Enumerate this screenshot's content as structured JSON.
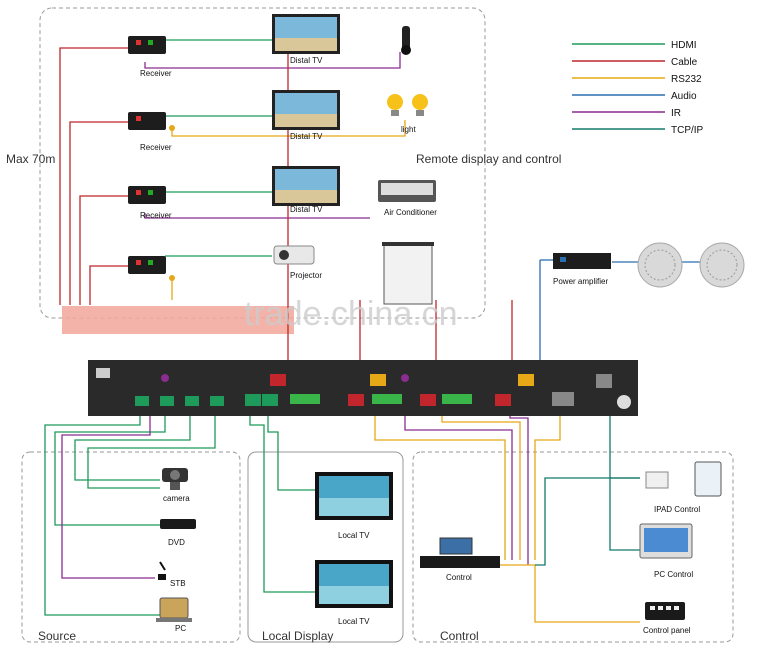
{
  "labels": {
    "receiver1": "Receiver",
    "receiver2": "Receiver",
    "receiver3": "Receiver",
    "distal_tv1": "Distal TV",
    "distal_tv2": "Distal TV",
    "distal_tv3": "Distal TV",
    "light": "light",
    "air_conditioner": "Air Conditioner",
    "projector": "Projector",
    "max_distance": "Max 70m",
    "remote_area": "Remote display and control",
    "power_amplifier": "Power amplifier",
    "camera": "camera",
    "dvd": "DVD",
    "stb": "STB",
    "pc": "PC",
    "local_tv1": "Local TV",
    "local_tv2": "Local TV",
    "control_device": "Control",
    "ipad_control": "IPAD Control",
    "pc_control": "PC Control",
    "control_panel": "Control panel",
    "group_source": "Source",
    "group_local": "Local Display",
    "group_control": "Control",
    "watermark": "trade.china.cn"
  },
  "legend": [
    {
      "label": "HDMI",
      "color": "#1e9a5a"
    },
    {
      "label": "Cable",
      "color": "#c0262b"
    },
    {
      "label": "RS232",
      "color": "#e6a817"
    },
    {
      "label": "Audio",
      "color": "#2b6fb0"
    },
    {
      "label": "IR",
      "color": "#8a2d8f"
    },
    {
      "label": "TCP/IP",
      "color": "#137a6a"
    }
  ]
}
